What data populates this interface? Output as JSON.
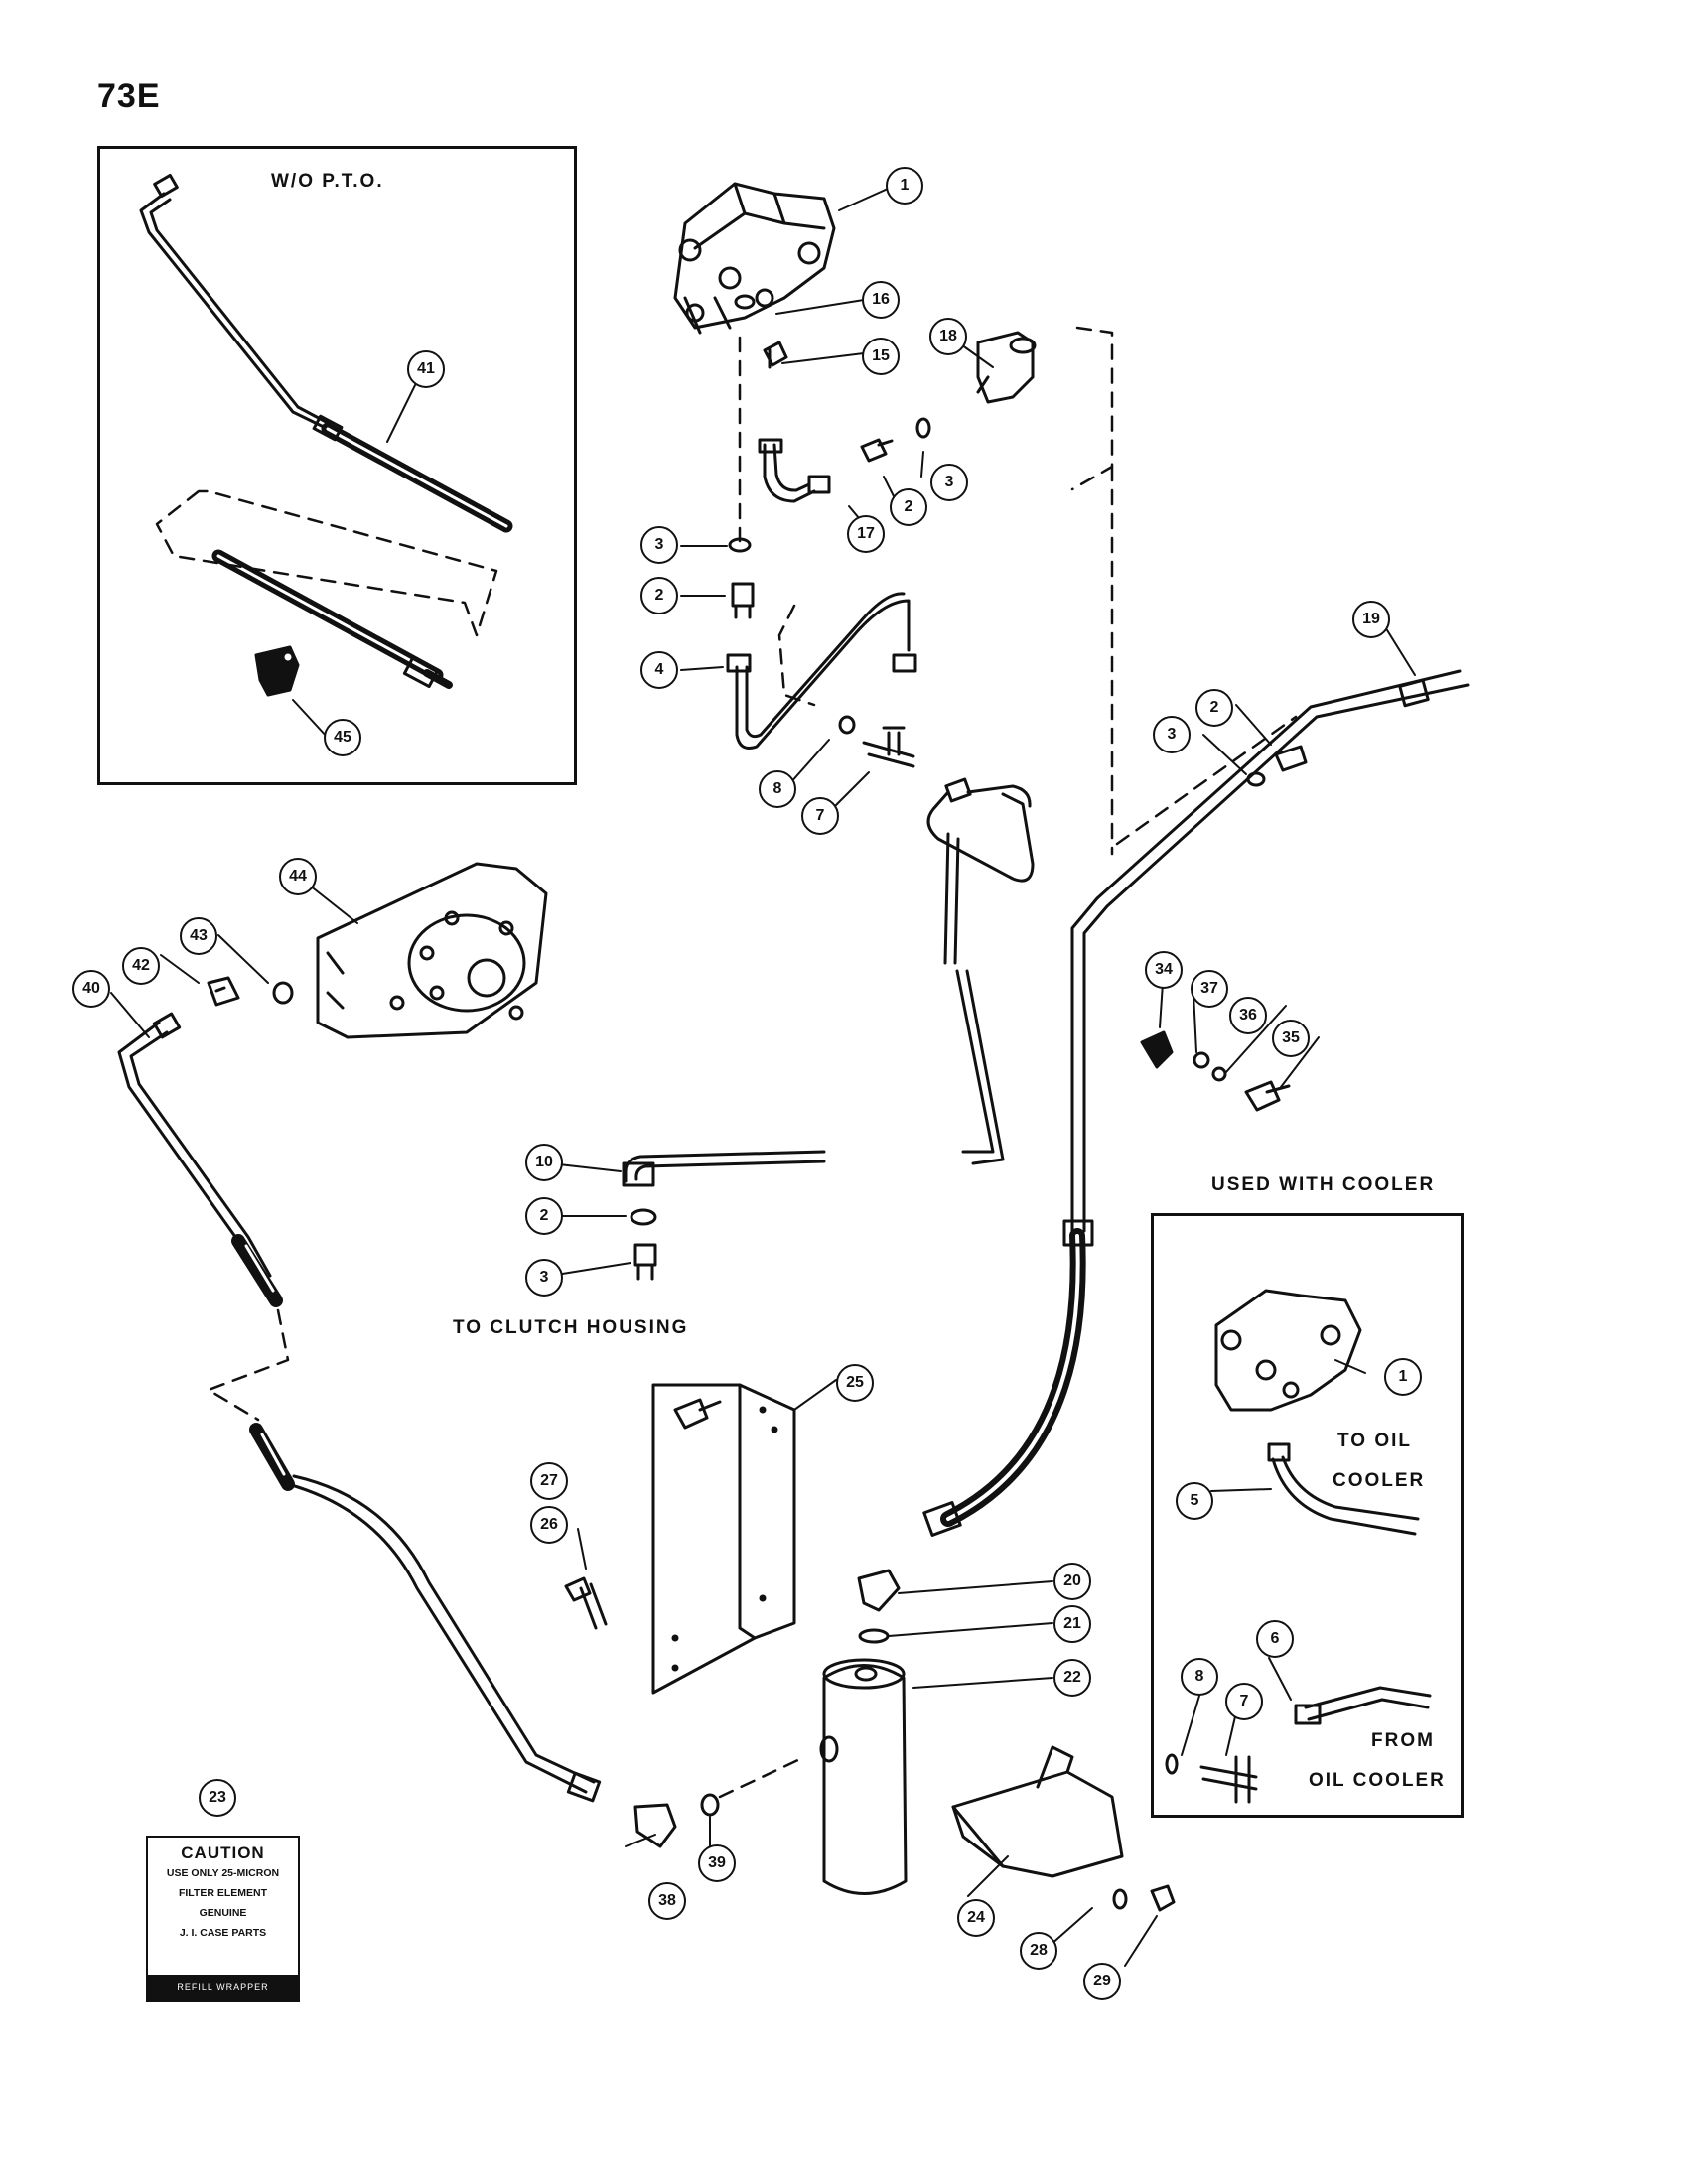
{
  "page_number": "73E",
  "panels": {
    "no_pto": {
      "title": "W/O P.T.O."
    },
    "cooler": {
      "title": "USED WITH COOLER"
    }
  },
  "labels": {
    "to_clutch_housing": "TO CLUTCH HOUSING",
    "to_oil": "TO OIL",
    "cooler_1": "COOLER",
    "from": "FROM",
    "oil_cooler": "OIL COOLER"
  },
  "decal": {
    "heading": "CAUTION",
    "lines": [
      "USE ONLY 25-MICRON",
      "FILTER ELEMENT",
      "GENUINE",
      "J. I. CASE PARTS"
    ],
    "band": "REFILL WRAPPER"
  },
  "callouts": [
    "1",
    "16",
    "15",
    "18",
    "17",
    "2",
    "3",
    "3",
    "2",
    "4",
    "8",
    "7",
    "19",
    "2",
    "3",
    "41",
    "45",
    "44",
    "43",
    "42",
    "40",
    "34",
    "37",
    "36",
    "35",
    "10",
    "2",
    "3",
    "25",
    "27",
    "26",
    "20",
    "21",
    "22",
    "23",
    "38",
    "39",
    "24",
    "28",
    "29",
    "1",
    "5",
    "6",
    "8",
    "7"
  ]
}
